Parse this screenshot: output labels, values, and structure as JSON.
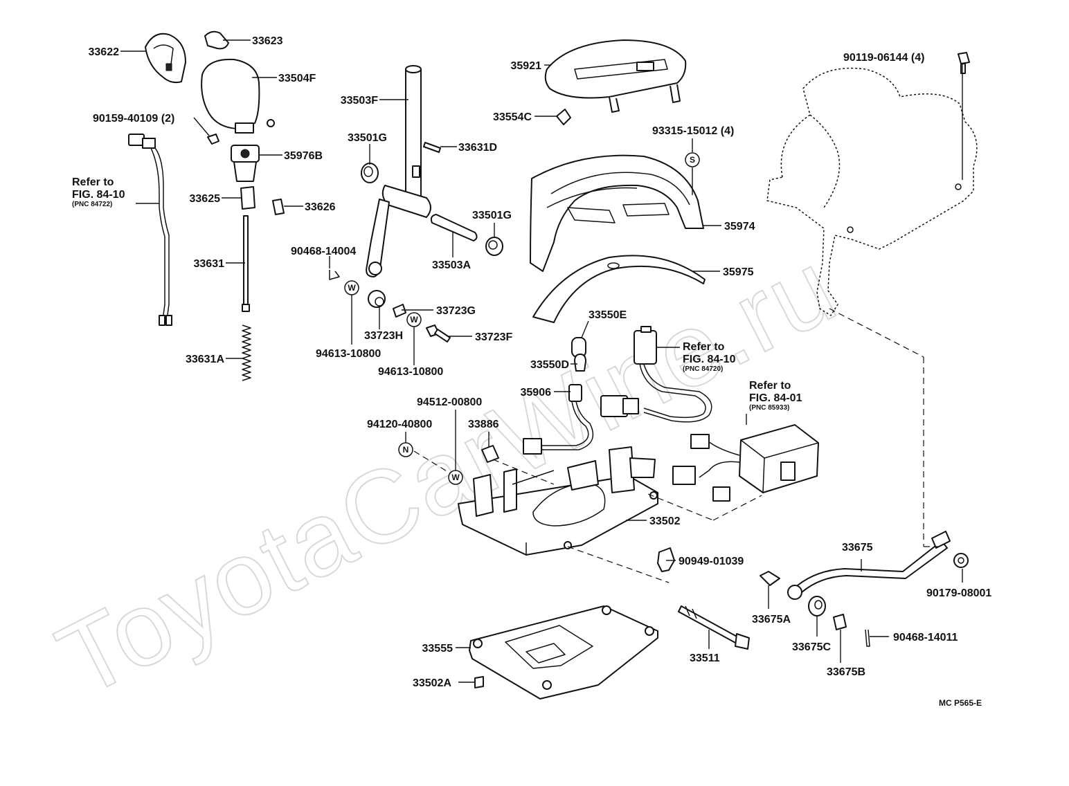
{
  "watermark": {
    "text": "ToyotaCarWine.ru"
  },
  "caption": "MC  P565-E",
  "symbols": {
    "w": "W",
    "s": "S",
    "n": "N"
  },
  "refs": [
    {
      "line1": "Refer to",
      "line2": "FIG. 84-10",
      "line3": "(PNC 84722)"
    },
    {
      "line1": "Refer to",
      "line2": "FIG. 84-10",
      "line3": "(PNC 84720)"
    },
    {
      "line1": "Refer to",
      "line2": "FIG. 84-01",
      "line3": "(PNC 85933)"
    }
  ],
  "labels": [
    "33622",
    "33623",
    "33504F",
    "90159-40109 (2)",
    "35976B",
    "33625",
    "33626",
    "33631",
    "33631A",
    "33503F",
    "33501G",
    "33631D",
    "33501G",
    "33503A",
    "90468-14004",
    "33723G",
    "33723H",
    "33723F",
    "94613-10800",
    "94613-10800",
    "35921",
    "33554C",
    "93315-15012 (4)",
    "35974",
    "35975",
    "33550E",
    "33550D",
    "35906",
    "94512-00800",
    "94120-40800",
    "33886",
    "33502",
    "90949-01039",
    "33555",
    "33502A",
    "33511",
    "90119-06144 (4)",
    "33675",
    "33675A",
    "33675C",
    "33675B",
    "90179-08001",
    "90468-14011"
  ]
}
